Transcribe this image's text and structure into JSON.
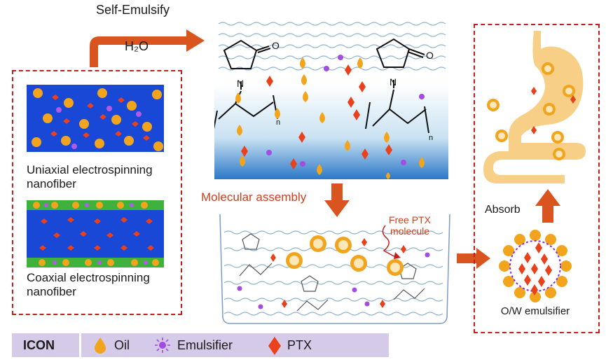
{
  "top_step": {
    "label": "Self-Emulsify",
    "sub": "H₂O"
  },
  "left_panel": {
    "uniaxial_label": "Uniaxial electrospinning nanofiber",
    "coaxial_label": "Coaxial electrospinning nanofiber"
  },
  "middle": {
    "assembly_label": "Molecular assembly",
    "free_ptx_label": "Free PTX molecule",
    "polymer_carbonyl": "O",
    "polymer_n": "N",
    "polymer_sub": "n"
  },
  "right_panel": {
    "absorb_label": "Absorb",
    "emulsifier_label": "O/W emulsifier"
  },
  "legend": {
    "title": "ICON",
    "items": [
      {
        "icon": "oil-droplet-icon",
        "label": "Oil"
      },
      {
        "icon": "emulsifier-molecule-icon",
        "label": "Emulsifier"
      },
      {
        "icon": "ptx-diamond-icon",
        "label": "PTX"
      }
    ]
  },
  "colors": {
    "arrow": "#d9541e",
    "dash": "#c21e1e",
    "fiber_blue": "#1947d6",
    "fiber_green": "#3fb23b",
    "oil": "#f2a51c",
    "ptx": "#e8411b",
    "emulsifier": "#8a2be2",
    "stomach": "#f7cf86",
    "legend_bg": "#d5cbe8"
  }
}
